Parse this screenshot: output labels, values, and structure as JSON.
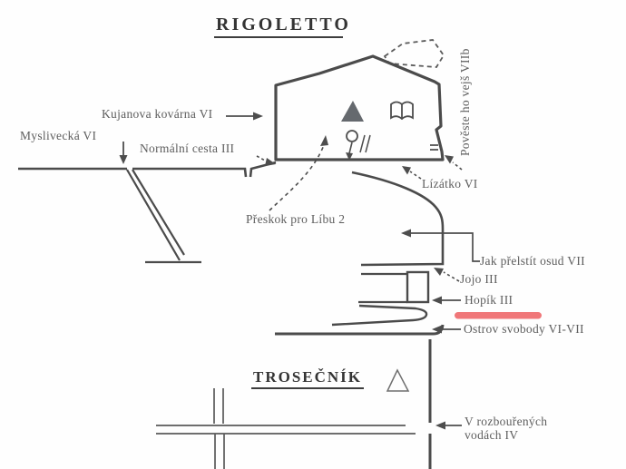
{
  "map": {
    "sector_title": "RIGOLETTO",
    "massif_title": "TROSEČNÍK",
    "routes": {
      "poveste": "Pověste ho vejš VIIb",
      "kujanova": "Kujanova kovárna VI",
      "myslivecka": "Myslivecká VI",
      "normalni": "Normální cesta III",
      "lizatko": "Lízátko VI",
      "preskok": "Přeskok pro Líbu 2",
      "jak_prelstit": "Jak přelstít osud VII",
      "jojo": "Jojo III",
      "hopik": "Hopík III",
      "ostrov": "Ostrov svobody VI-VII",
      "rozbourenych_line1": "V rozbouřených",
      "rozbourenych_line2": "vodách IV"
    },
    "icons": {
      "summit_triangle_filled": "summit-triangle-icon",
      "summit_triangle_outline": "summit-triangle-outline-icon",
      "register_book": "book-icon",
      "abseil_ring": "ring-icon"
    },
    "colors": {
      "ink": "#4b4b4b",
      "label_text": "#5d5d5d",
      "highlight_red": "#ee686a"
    }
  }
}
